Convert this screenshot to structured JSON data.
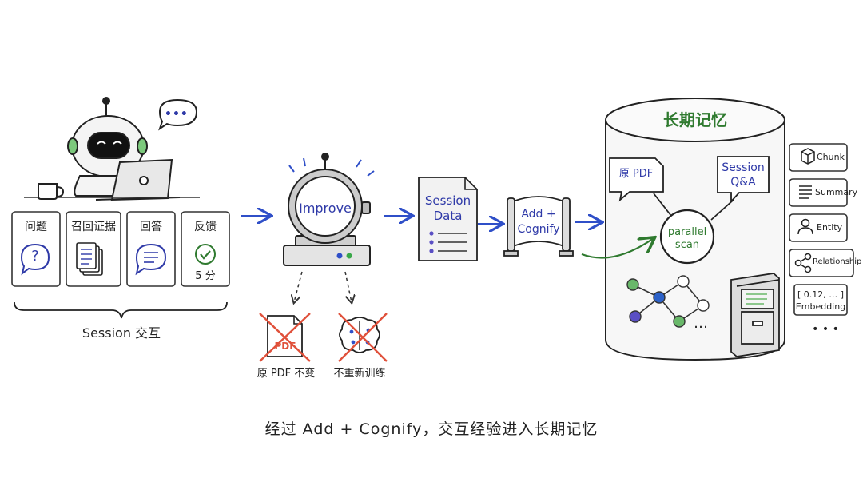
{
  "session": {
    "cards": [
      {
        "label": "问题",
        "icon": "question-bubble-icon"
      },
      {
        "label": "召回证据",
        "icon": "documents-icon"
      },
      {
        "label": "回答",
        "icon": "answer-bubble-icon"
      },
      {
        "label": "反馈",
        "icon": "checkmark-icon",
        "sub": "5 分"
      }
    ],
    "bubble": "•••",
    "label": "Session 交互"
  },
  "improve": {
    "label": "Improve",
    "no_change_pdf_icon": "PDF",
    "no_change_pdf": "原 PDF 不变",
    "no_retrain": "不重新训练"
  },
  "session_data": {
    "line1": "Session",
    "line2": "Data"
  },
  "add_cognify": {
    "line1": "Add +",
    "line2": "Cognify"
  },
  "memory": {
    "title": "长期记忆",
    "pdf_note": "原 PDF",
    "qa_note_line1": "Session",
    "qa_note_line2": "Q&A",
    "scan_line1": "parallel",
    "scan_line2": "scan",
    "graph_more": "…"
  },
  "types": [
    {
      "label": "Chunk",
      "icon": "cube-icon"
    },
    {
      "label": "Summary",
      "icon": "lines-icon"
    },
    {
      "label": "Entity",
      "icon": "person-icon"
    },
    {
      "label": "Relationship",
      "icon": "share-icon"
    },
    {
      "label": "Embedding",
      "vector": "[ 0.12, … ]"
    }
  ],
  "types_more": "• • •",
  "caption": "经过 Add + Cognify，交互经验进入长期记忆",
  "colors": {
    "accent_blue": "#2f3aa8",
    "accent_green": "#2f7a2f",
    "cross_red": "#e0503a",
    "node_green": "#69b86a",
    "node_purple": "#5a4fc4",
    "node_blue": "#2d62c8"
  }
}
